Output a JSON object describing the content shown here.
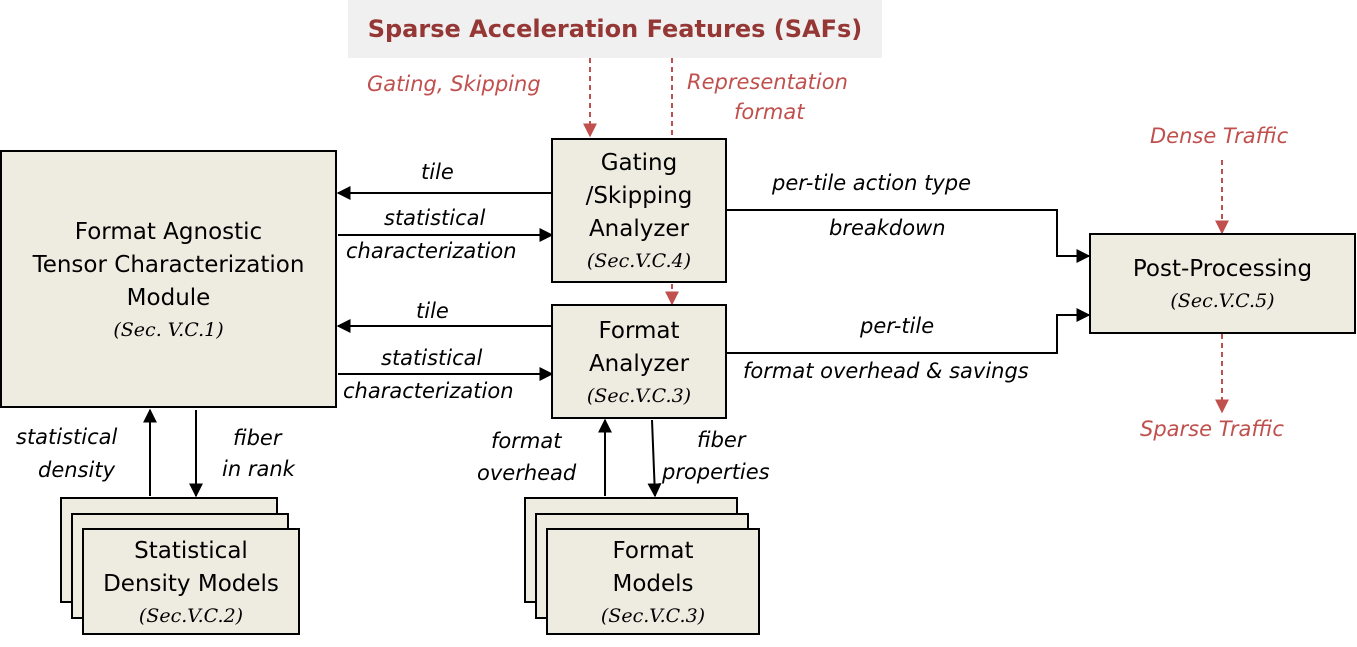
{
  "saf_title": "Sparse Acceleration Features (SAFs)",
  "red_labels": {
    "gating_skipping": "Gating, Skipping",
    "representation_1": "Representation",
    "representation_2": "format",
    "dense_traffic": "Dense Traffic",
    "sparse_traffic": "Sparse Traffic"
  },
  "boxes": {
    "tensor_module": {
      "lines": [
        "Format Agnostic",
        "Tensor Characterization",
        "Module"
      ],
      "section": "(Sec. V.C.1)"
    },
    "gating_analyzer": {
      "lines": [
        "Gating",
        "/Skipping",
        "Analyzer"
      ],
      "section": "(Sec.V.C.4)"
    },
    "format_analyzer": {
      "lines": [
        "Format",
        "Analyzer"
      ],
      "section": "(Sec.V.C.3)"
    },
    "post_processing": {
      "lines": [
        "Post-Processing"
      ],
      "section": "(Sec.V.C.5)"
    },
    "density_models": {
      "lines": [
        "Statistical",
        "Density Models"
      ],
      "section": "(Sec.V.C.2)"
    },
    "format_models": {
      "lines": [
        "Format",
        "Models"
      ],
      "section": "(Sec.V.C.3)"
    }
  },
  "edge_labels": {
    "tile_top": "tile",
    "stat_top_1": "statistical",
    "stat_top_2": "characterization",
    "tile_bottom": "tile",
    "stat_bottom_1": "statistical",
    "stat_bottom_2": "characterization",
    "action_1": "per-tile action type",
    "action_2": "breakdown",
    "overhead_1": "per-tile",
    "overhead_2": "format overhead & savings",
    "density_1": "statistical",
    "density_2": "density",
    "fiber_rank_1": "fiber",
    "fiber_rank_2": "in rank",
    "format_overhead_1": "format",
    "format_overhead_2": "overhead",
    "fiber_props_1": "fiber",
    "fiber_props_2": "properties"
  },
  "colors": {
    "box_fill": "#eeece1",
    "saf_text": "#953735",
    "red_text": "#c0504d",
    "saf_band": "#f0f0f0"
  }
}
